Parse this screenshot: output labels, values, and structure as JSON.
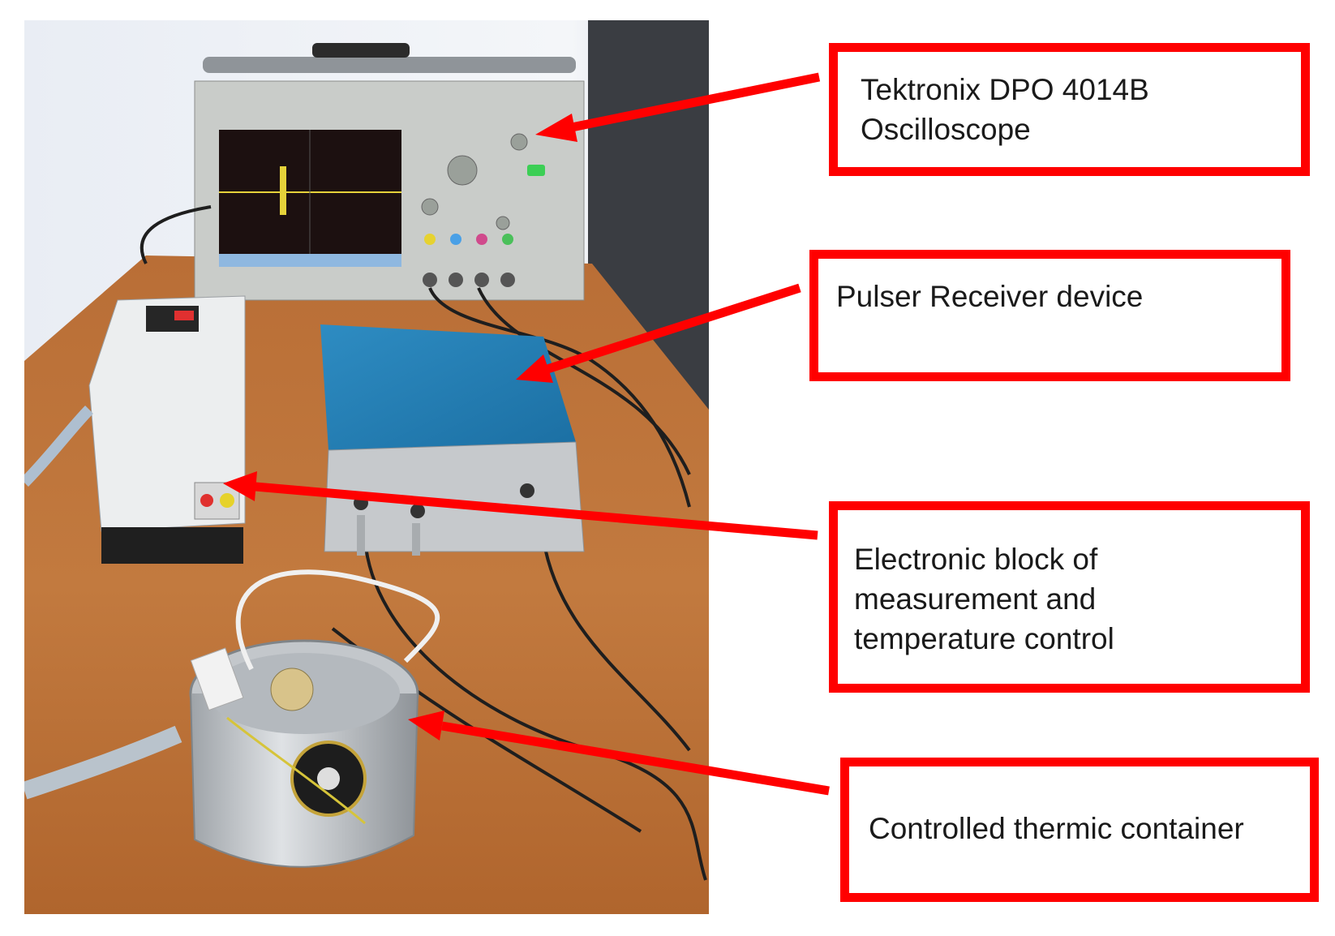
{
  "figure": {
    "accent_color": "#ff0000",
    "labels": [
      {
        "id": "oscilloscope",
        "lines": [
          "Tektronix DPO 4014B",
          "Oscilloscope"
        ]
      },
      {
        "id": "pulser",
        "lines": [
          "Pulser Receiver device"
        ]
      },
      {
        "id": "electronic-block",
        "lines": [
          "Electronic block of",
          "measurement and",
          "temperature control"
        ]
      },
      {
        "id": "thermic-container",
        "lines": [
          "Controlled thermic container"
        ]
      }
    ]
  }
}
